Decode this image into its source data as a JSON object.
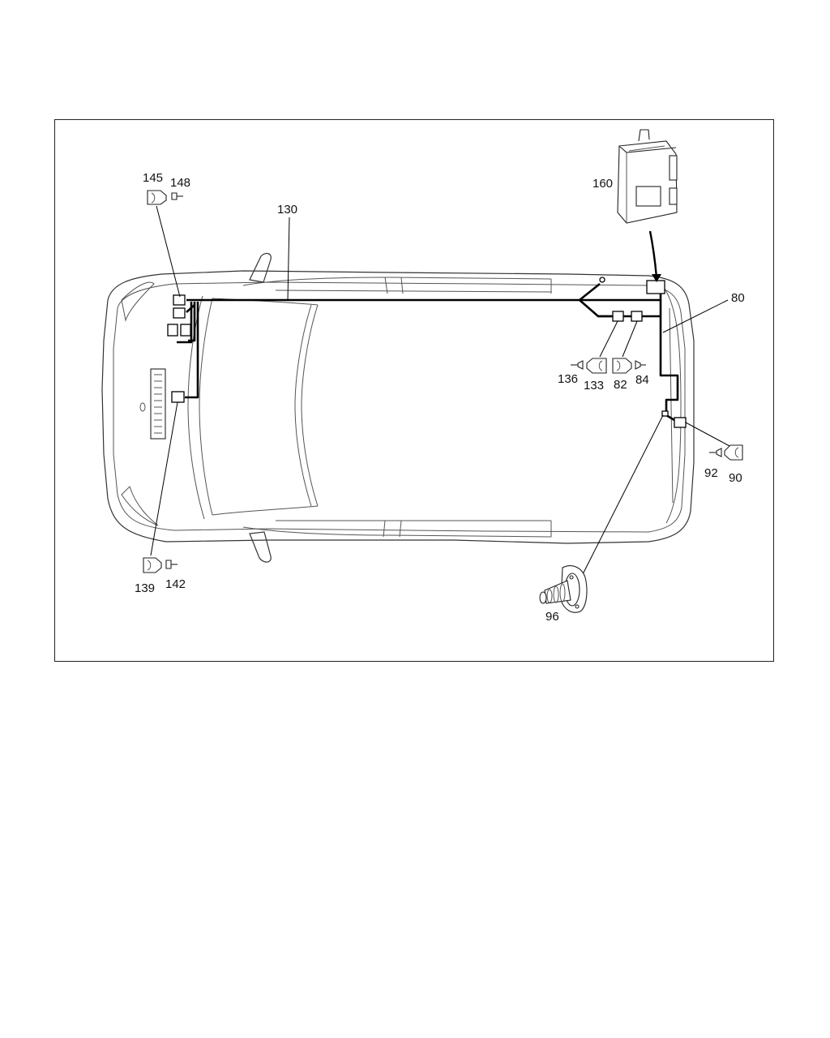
{
  "diagram": {
    "callouts": [
      {
        "id": "145",
        "text": "145"
      },
      {
        "id": "148",
        "text": "148"
      },
      {
        "id": "130",
        "text": "130"
      },
      {
        "id": "160",
        "text": "160"
      },
      {
        "id": "80",
        "text": "80"
      },
      {
        "id": "136",
        "text": "136"
      },
      {
        "id": "133",
        "text": "133"
      },
      {
        "id": "82",
        "text": "82"
      },
      {
        "id": "84",
        "text": "84"
      },
      {
        "id": "92",
        "text": "92"
      },
      {
        "id": "90",
        "text": "90"
      },
      {
        "id": "139",
        "text": "139"
      },
      {
        "id": "142",
        "text": "142"
      },
      {
        "id": "96",
        "text": "96"
      }
    ],
    "colors": {
      "line": "#000000",
      "outline": "#555555",
      "background": "#ffffff"
    }
  }
}
